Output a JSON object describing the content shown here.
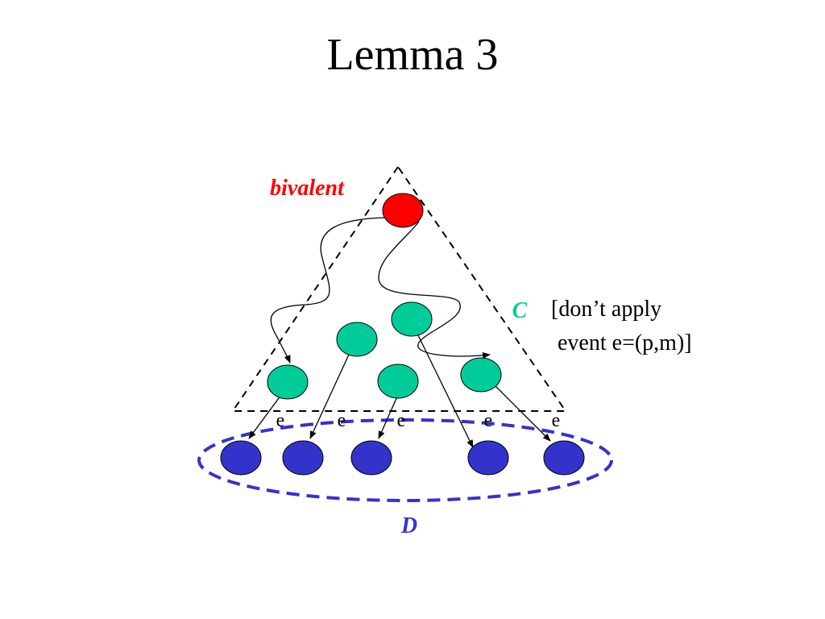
{
  "title": "Lemma 3",
  "labels": {
    "bivalent": "bivalent",
    "set_c": "C",
    "set_d": "D",
    "note_line1": "[don’t apply",
    "note_line2": "event e=(p,m)]",
    "event": "e"
  },
  "colors": {
    "bivalent_node": "#ff0000",
    "c_node": "#00cc99",
    "d_node": "#3333cc",
    "bivalent_text": "#ff0000",
    "c_text": "#00cc99",
    "d_text": "#3333cc",
    "ellipse_stroke": "#3333cc"
  },
  "diagram": {
    "nodes": [
      {
        "id": "root",
        "group": "bivalent"
      },
      {
        "id": "c1",
        "group": "C"
      },
      {
        "id": "c2",
        "group": "C"
      },
      {
        "id": "c3",
        "group": "C"
      },
      {
        "id": "c4",
        "group": "C"
      },
      {
        "id": "c5",
        "group": "C"
      },
      {
        "id": "d1",
        "group": "D"
      },
      {
        "id": "d2",
        "group": "D"
      },
      {
        "id": "d3",
        "group": "D"
      },
      {
        "id": "d4",
        "group": "D"
      },
      {
        "id": "d5",
        "group": "D"
      }
    ],
    "edges": [
      {
        "from": "root",
        "to": "c1",
        "kind": "path"
      },
      {
        "from": "root",
        "to": "c5",
        "kind": "path"
      },
      {
        "from": "c1",
        "to": "d1",
        "label": "e"
      },
      {
        "from": "c2",
        "to": "d2",
        "label": "e"
      },
      {
        "from": "c4",
        "to": "d3",
        "label": "e"
      },
      {
        "from": "c3",
        "to": "d4",
        "label": "e"
      },
      {
        "from": "c5",
        "to": "d5",
        "label": "e"
      }
    ]
  }
}
